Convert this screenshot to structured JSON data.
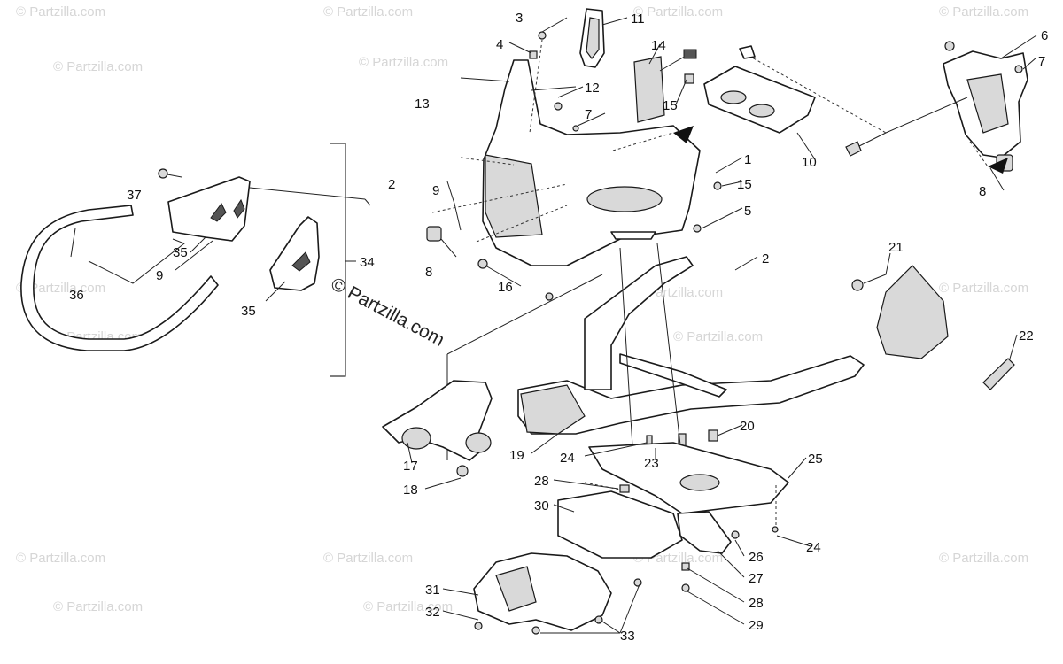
{
  "watermark": {
    "text": "© Partzilla.com",
    "copyright": "© Partzilla.com",
    "color": "#d6d6d6"
  },
  "callouts": [
    "1",
    "2",
    "3",
    "4",
    "5",
    "6",
    "7",
    "8",
    "9",
    "10",
    "11",
    "12",
    "13",
    "14",
    "15",
    "16",
    "17",
    "18",
    "19",
    "20",
    "21",
    "22",
    "23",
    "24",
    "25",
    "26",
    "27",
    "28",
    "29",
    "30",
    "31",
    "32",
    "33",
    "34",
    "35",
    "36",
    "37"
  ]
}
